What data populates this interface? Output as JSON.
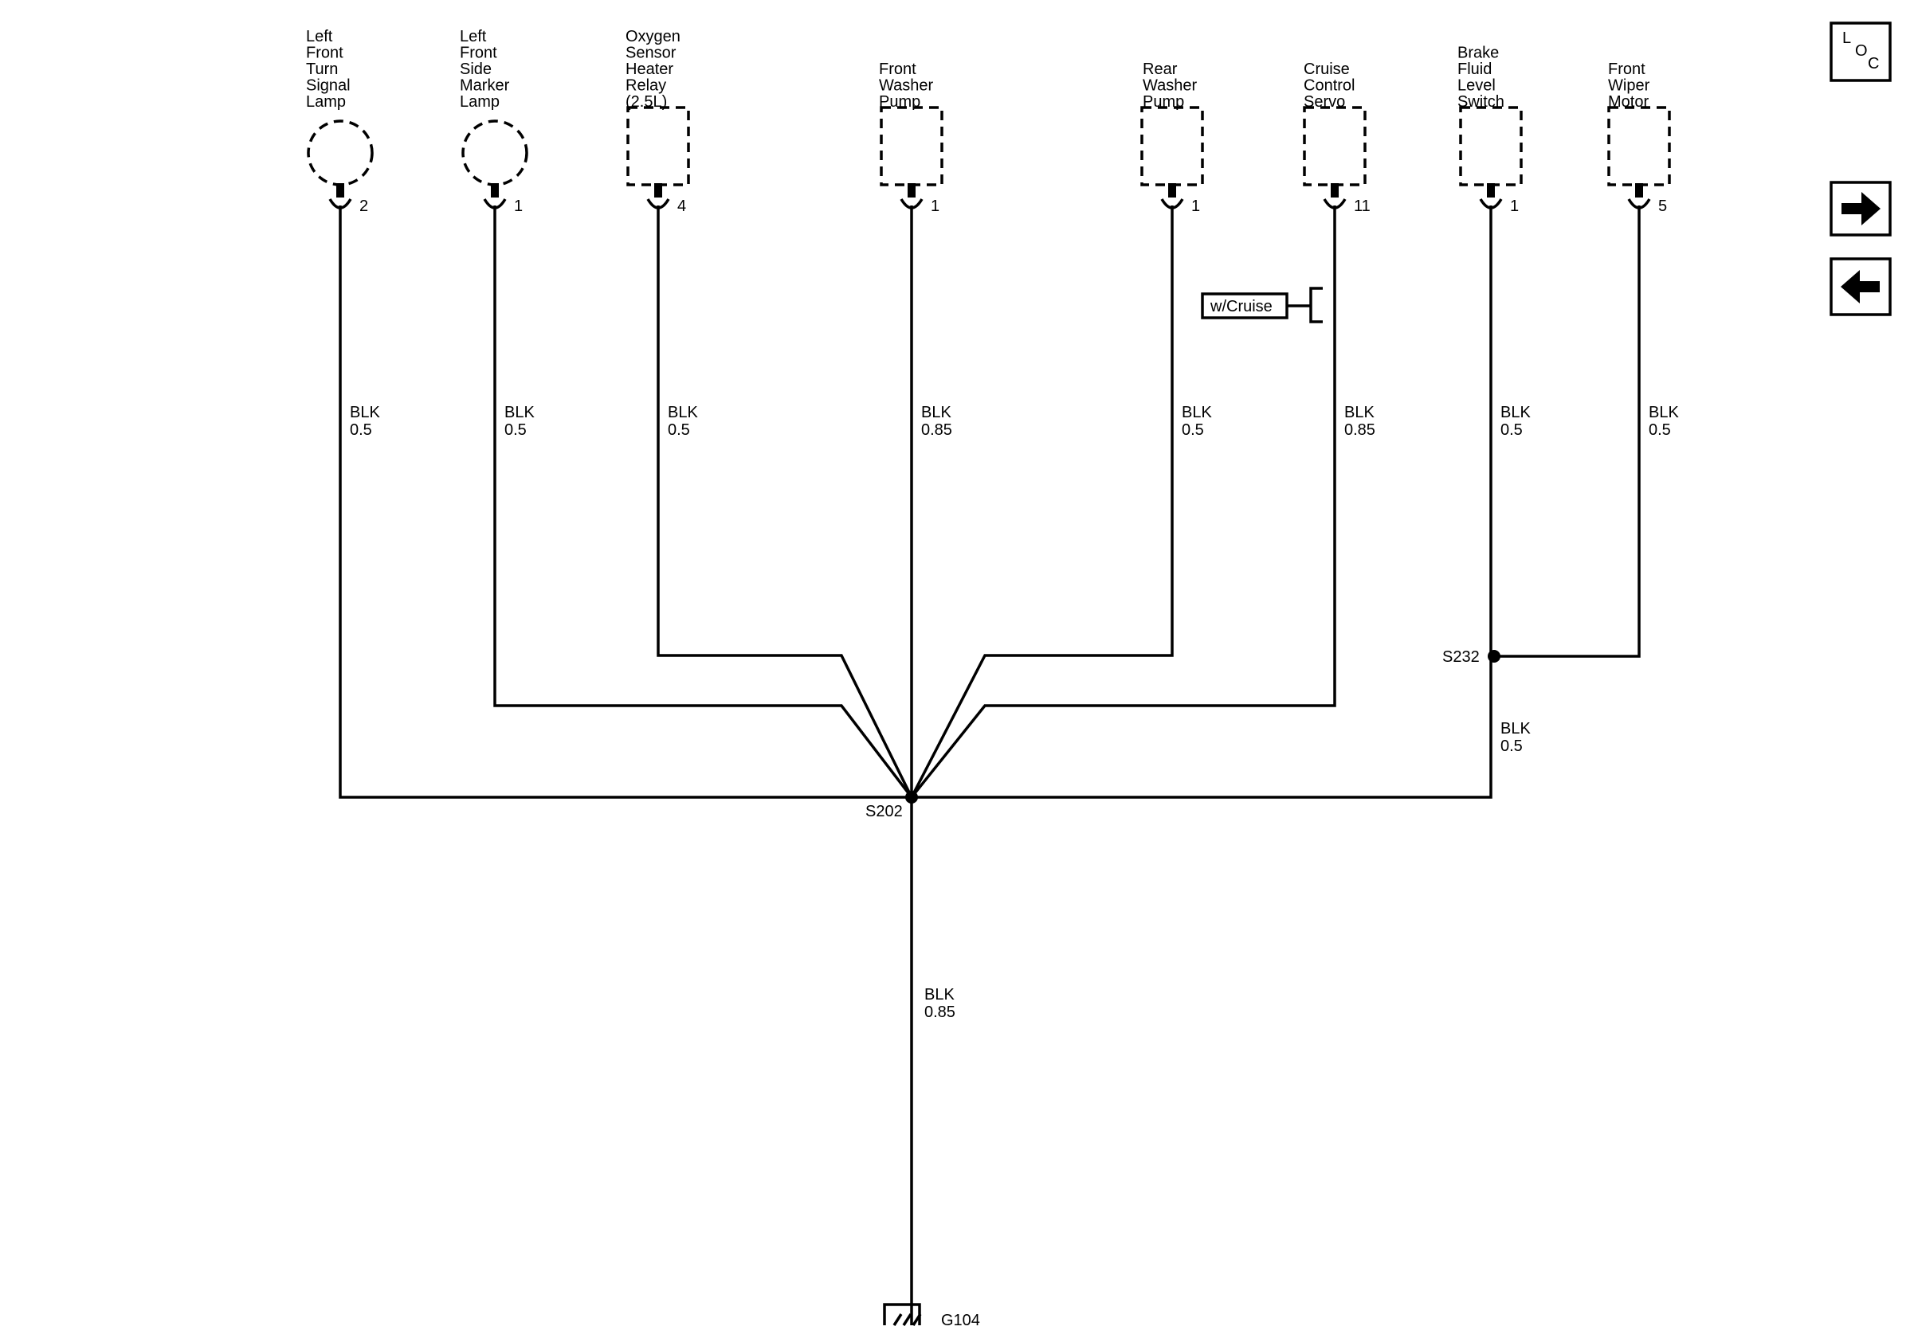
{
  "components": [
    {
      "id": "lf-turn-signal-lamp",
      "shape": "round",
      "label": [
        "Left",
        "Front",
        "Turn",
        "Signal",
        "Lamp"
      ],
      "pin": "2",
      "wire_color": "BLK",
      "wire_size": "0.5"
    },
    {
      "id": "lf-side-marker-lamp",
      "shape": "round",
      "label": [
        "Left",
        "Front",
        "Side",
        "Marker",
        "Lamp"
      ],
      "pin": "1",
      "wire_color": "BLK",
      "wire_size": "0.5"
    },
    {
      "id": "oxygen-sensor-heater-relay",
      "shape": "rect",
      "label": [
        "Oxygen",
        "Sensor",
        "Heater",
        "Relay",
        "(2.5L)"
      ],
      "pin": "4",
      "wire_color": "BLK",
      "wire_size": "0.5"
    },
    {
      "id": "front-washer-pump",
      "shape": "rect",
      "label": [
        "Front",
        "Washer",
        "Pump"
      ],
      "pin": "1",
      "wire_color": "BLK",
      "wire_size": "0.85"
    },
    {
      "id": "rear-washer-pump",
      "shape": "rect",
      "label": [
        "Rear",
        "Washer",
        "Pump"
      ],
      "pin": "1",
      "wire_color": "BLK",
      "wire_size": "0.5"
    },
    {
      "id": "cruise-control-servo",
      "shape": "rect",
      "label": [
        "Cruise",
        "Control",
        "Servo"
      ],
      "pin": "11",
      "wire_color": "BLK",
      "wire_size": "0.85"
    },
    {
      "id": "brake-fluid-level-switch",
      "shape": "rect",
      "label": [
        "Brake",
        "Fluid",
        "Level",
        "Switch"
      ],
      "pin": "1",
      "wire_color": "BLK",
      "wire_size": "0.5"
    },
    {
      "id": "front-wiper-motor",
      "shape": "rect",
      "label": [
        "Front",
        "Wiper",
        "Motor"
      ],
      "pin": "5",
      "wire_color": "BLK",
      "wire_size": "0.5"
    }
  ],
  "option_tag": "w/Cruise",
  "splices": {
    "main": "S202",
    "secondary": "S232"
  },
  "s232_to_s202": {
    "wire_color": "BLK",
    "wire_size": "0.5"
  },
  "ground_wire": {
    "wire_color": "BLK",
    "wire_size": "0.85"
  },
  "ground": "G104",
  "loc_button": {
    "letters": [
      "L",
      "O",
      "C"
    ]
  },
  "nav": {
    "next_icon": "arrow-right-icon",
    "prev_icon": "arrow-left-icon"
  }
}
